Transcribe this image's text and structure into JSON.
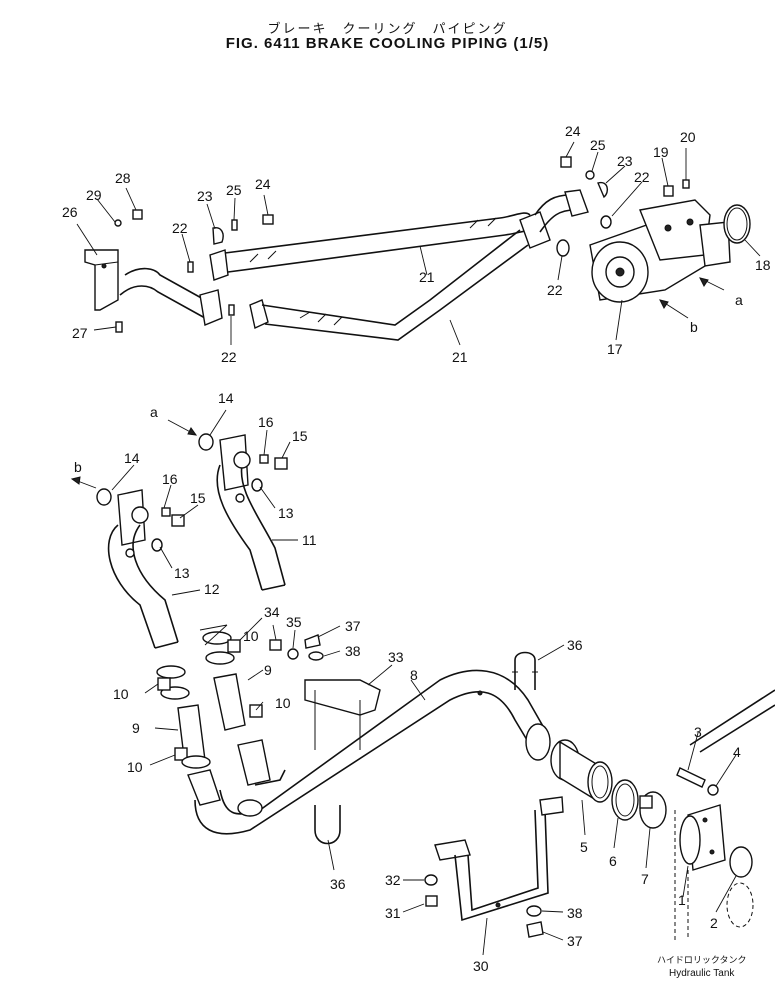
{
  "title": {
    "japanese": "ブレーキ　クーリング　パイピング",
    "english": "FIG. 6411  BRAKE COOLING PIPING  (1/5)"
  },
  "direction_labels": [
    "a",
    "b",
    "a",
    "b"
  ],
  "tank_label": {
    "japanese": "ハイドロリックタンク",
    "english": "Hydraulic Tank"
  },
  "callouts": [
    "1",
    "2",
    "3",
    "4",
    "5",
    "6",
    "7",
    "8",
    "9",
    "9",
    "10",
    "10",
    "10",
    "10",
    "11",
    "12",
    "13",
    "13",
    "14",
    "14",
    "15",
    "15",
    "16",
    "16",
    "17",
    "18",
    "19",
    "20",
    "21",
    "21",
    "22",
    "22",
    "22",
    "22",
    "23",
    "23",
    "24",
    "24",
    "25",
    "25",
    "26",
    "27",
    "28",
    "29",
    "30",
    "31",
    "32",
    "33",
    "34",
    "35",
    "36",
    "36",
    "37",
    "37",
    "38",
    "38"
  ],
  "colors": {
    "ink": "#111111",
    "paper": "#ffffff"
  }
}
